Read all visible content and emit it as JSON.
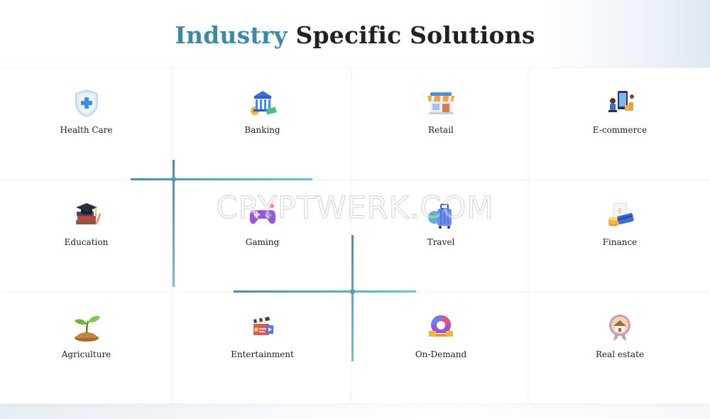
{
  "title": {
    "accent": "Industry",
    "rest": "Specific Solutions"
  },
  "watermark": "CRYPTWERK.COM",
  "industries": [
    {
      "label": "Health Care",
      "icon": "shield-cross-icon"
    },
    {
      "label": "Banking",
      "icon": "bank-icon"
    },
    {
      "label": "Retail",
      "icon": "storefront-icon"
    },
    {
      "label": "E-commerce",
      "icon": "shopping-phone-icon"
    },
    {
      "label": "Education",
      "icon": "graduation-cap-books-icon"
    },
    {
      "label": "Gaming",
      "icon": "gamepad-icon"
    },
    {
      "label": "Travel",
      "icon": "suitcase-globe-icon"
    },
    {
      "label": "Finance",
      "icon": "cards-coins-icon"
    },
    {
      "label": "Agriculture",
      "icon": "sprout-icon"
    },
    {
      "label": "Entertainment",
      "icon": "clapperboard-icon"
    },
    {
      "label": "On-Demand",
      "icon": "delivery-icon"
    },
    {
      "label": "Real estate",
      "icon": "house-badge-icon"
    }
  ],
  "colors": {
    "accent": "#3d8aa8",
    "heading": "#1f2124",
    "deco": "#5aa8b8"
  }
}
